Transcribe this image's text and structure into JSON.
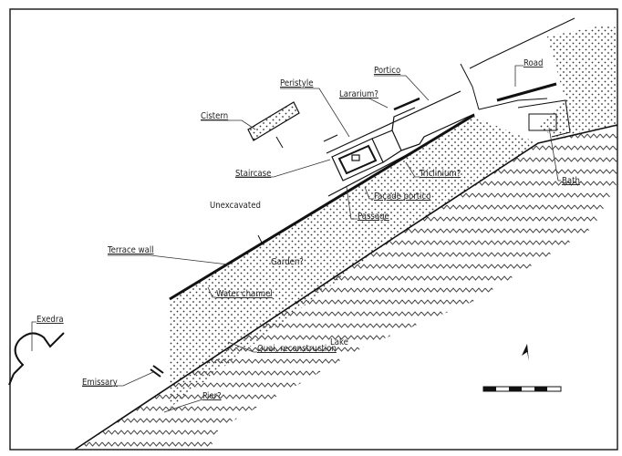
{
  "title": "Site plan of villa on lakeshore",
  "labels": {
    "portico": "Portico",
    "peristyle": "Peristyle",
    "lararium": "Lararium?",
    "road": "Road",
    "cistern": "Cistern",
    "staircase": "Staircase",
    "triclinium": "Triclinium?",
    "bath": "Bath",
    "facade_portico": "Façade portico",
    "passage": "Passage",
    "unexcavated": "Unexcavated",
    "terrace_wall": "Terrace wall",
    "garden": "Garden?",
    "water_channel": "Water channel",
    "exedra": "Exedra",
    "lake": "Lake",
    "quay": "Quai, reconstruction",
    "emissary": "Emissary",
    "pier": "Pier?"
  },
  "icons": {
    "north_arrow": "north-arrow-icon",
    "scale_bar": "scale-bar"
  },
  "colors": {
    "ink": "#222222",
    "paper": "#ffffff"
  }
}
